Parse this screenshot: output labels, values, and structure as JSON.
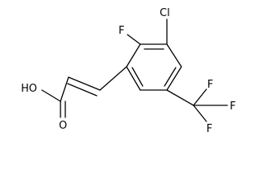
{
  "molecule": {
    "atoms": {
      "chlorine": "Cl",
      "ring_fluorine": "F",
      "cf3_fluorine_top": "F",
      "cf3_fluorine_right": "F",
      "cf3_fluorine_bottom": "F",
      "hydroxyl": "HO",
      "carbonyl_oxygen": "O"
    }
  }
}
